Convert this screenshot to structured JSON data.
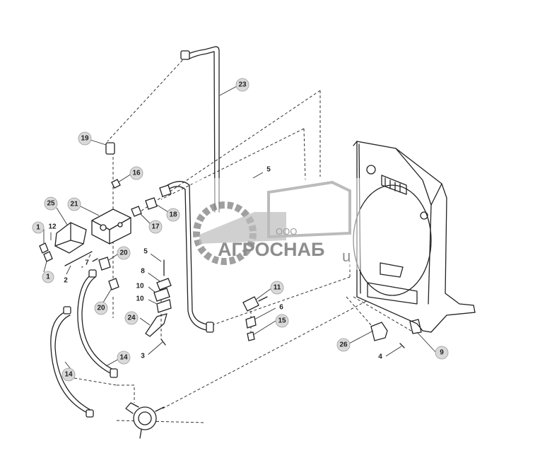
{
  "diagram": {
    "callouts": [
      {
        "id": "c23",
        "label": "23"
      },
      {
        "id": "c19",
        "label": "19"
      },
      {
        "id": "c16",
        "label": "16"
      },
      {
        "id": "c5a",
        "label": "5"
      },
      {
        "id": "c25",
        "label": "25"
      },
      {
        "id": "c21",
        "label": "21"
      },
      {
        "id": "c18",
        "label": "18"
      },
      {
        "id": "c17",
        "label": "17"
      },
      {
        "id": "c1a",
        "label": "1"
      },
      {
        "id": "c12",
        "label": "12"
      },
      {
        "id": "c20a",
        "label": "20"
      },
      {
        "id": "c5b",
        "label": "5"
      },
      {
        "id": "c7",
        "label": "7"
      },
      {
        "id": "c1b",
        "label": "1"
      },
      {
        "id": "c2",
        "label": "2"
      },
      {
        "id": "c8",
        "label": "8"
      },
      {
        "id": "c10a",
        "label": "10"
      },
      {
        "id": "c10b",
        "label": "10"
      },
      {
        "id": "c20b",
        "label": "20"
      },
      {
        "id": "c11",
        "label": "11"
      },
      {
        "id": "c6",
        "label": "6"
      },
      {
        "id": "c15",
        "label": "15"
      },
      {
        "id": "c24",
        "label": "24"
      },
      {
        "id": "c3",
        "label": "3"
      },
      {
        "id": "c14a",
        "label": "14"
      },
      {
        "id": "c14b",
        "label": "14"
      },
      {
        "id": "c26",
        "label": "26"
      },
      {
        "id": "c4",
        "label": "4"
      },
      {
        "id": "c9",
        "label": "9"
      }
    ]
  },
  "watermark": {
    "company_prefix": "ООО",
    "company_name": "АГРОСНАБ",
    "trailing_char": "u"
  }
}
